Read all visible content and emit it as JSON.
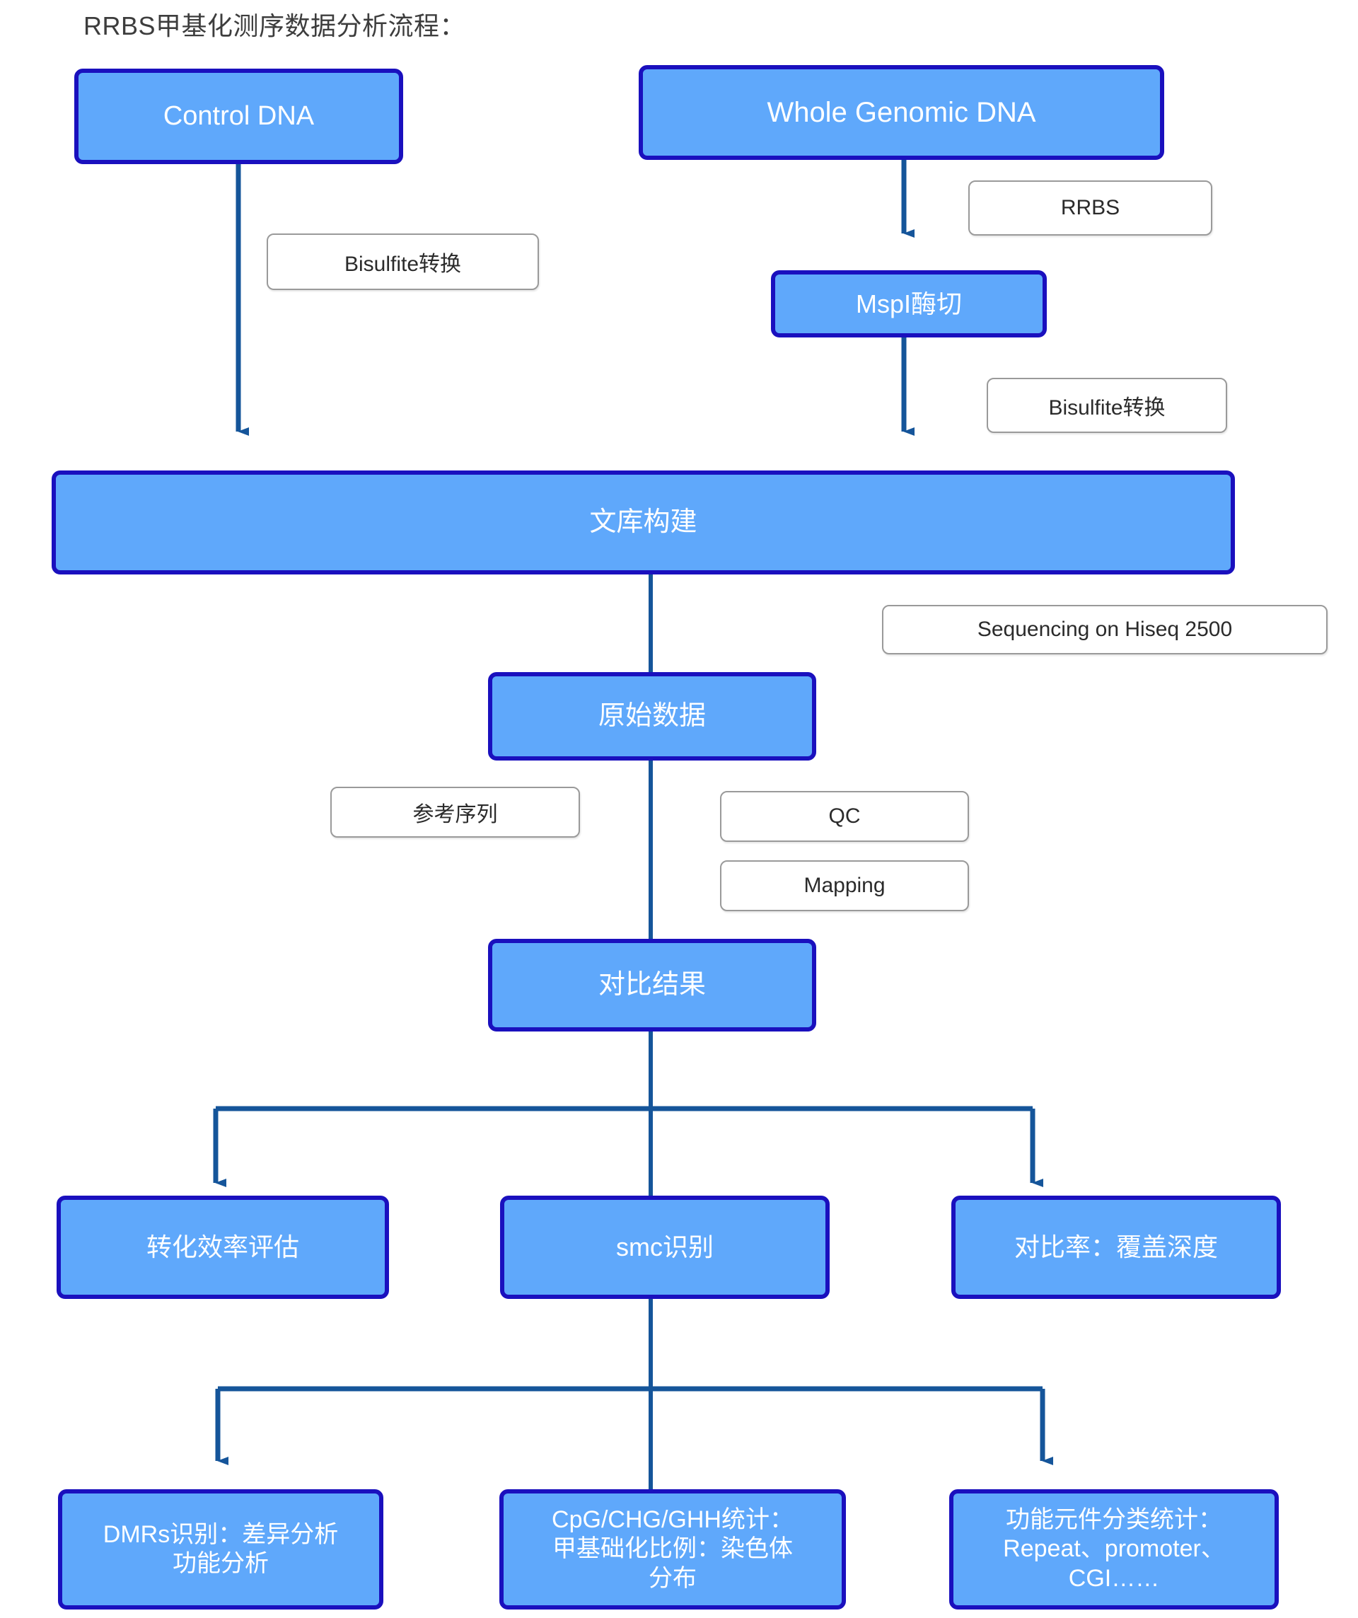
{
  "page": {
    "title": "RRBS甲基化测序数据分析流程：",
    "colors": {
      "node_fill": "#5FA8FB",
      "node_border": "#1A10BE",
      "node_text": "#FFFFFF",
      "label_fill": "#FFFFFF",
      "label_border": "#9A9A9A",
      "label_text": "#2B2B2B",
      "connector": "#15559A",
      "title_text": "#3D3D3D",
      "background": "#FFFFFF"
    }
  },
  "nodes": [
    {
      "id": "control-dna",
      "label": "Control DNA"
    },
    {
      "id": "whole-genomic-dna",
      "label": "Whole Genomic DNA"
    },
    {
      "id": "mspi-digestion",
      "label": "MspI酶切"
    },
    {
      "id": "library-construction",
      "label": "文库构建"
    },
    {
      "id": "raw-data",
      "label": "原始数据"
    },
    {
      "id": "alignment-result",
      "label": "对比结果"
    },
    {
      "id": "conversion-efficiency",
      "label": "转化效率评估"
    },
    {
      "id": "smc-identification",
      "label": "smc识别"
    },
    {
      "id": "mapping-rate-depth",
      "label": "对比率：覆盖深度"
    },
    {
      "id": "dmrs",
      "label": "DMRs识别：差异分析\n功能分析"
    },
    {
      "id": "context-stats",
      "label": "CpG/CHG/GHH统计：\n甲基础化比例：染色体\n分布"
    },
    {
      "id": "functional-elements",
      "label": "功能元件分类统计：\nRepeat、promoter、\nCGI……"
    }
  ],
  "labels": [
    {
      "id": "bisulfite-left",
      "text": "Bisulfite转换"
    },
    {
      "id": "rrbs",
      "text": "RRBS"
    },
    {
      "id": "bisulfite-right",
      "text": "Bisulfite转换"
    },
    {
      "id": "sequencing",
      "text": "Sequencing on Hiseq 2500"
    },
    {
      "id": "reference",
      "text": "参考序列"
    },
    {
      "id": "qc",
      "text": "QC"
    },
    {
      "id": "mapping",
      "text": "Mapping"
    }
  ]
}
